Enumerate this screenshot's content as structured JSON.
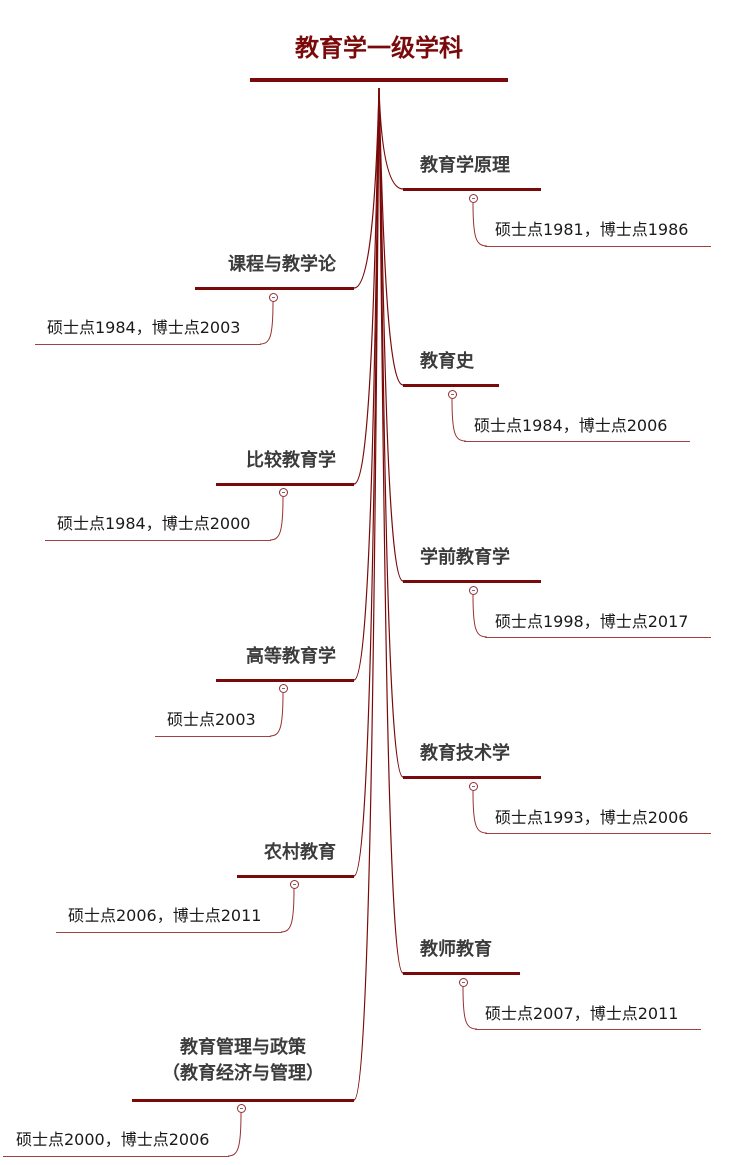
{
  "title": "教育学一级学科",
  "colors": {
    "accent": "#7a0a0a",
    "node_text": "#3c3c3c"
  },
  "right_nodes": [
    {
      "label": "教育学原理",
      "detail": "硕士点1981，博士点1986"
    },
    {
      "label": "教育史",
      "detail": "硕士点1984，博士点2006"
    },
    {
      "label": "学前教育学",
      "detail": "硕士点1998，博士点2017"
    },
    {
      "label": "教育技术学",
      "detail": "硕士点1993，博士点2006"
    },
    {
      "label": "教师教育",
      "detail": "硕士点2007，博士点2011"
    }
  ],
  "left_nodes": [
    {
      "label": "课程与教学论",
      "detail": "硕士点1984，博士点2003"
    },
    {
      "label": "比较教育学",
      "detail": "硕士点1984，博士点2000"
    },
    {
      "label": "高等教育学",
      "detail": "硕士点2003"
    },
    {
      "label": "农村教育",
      "detail": "硕士点2006，博士点2011"
    },
    {
      "label": "教育管理与政策",
      "label2": "（教育经济与管理）",
      "detail": "硕士点2000，博士点2006"
    }
  ]
}
